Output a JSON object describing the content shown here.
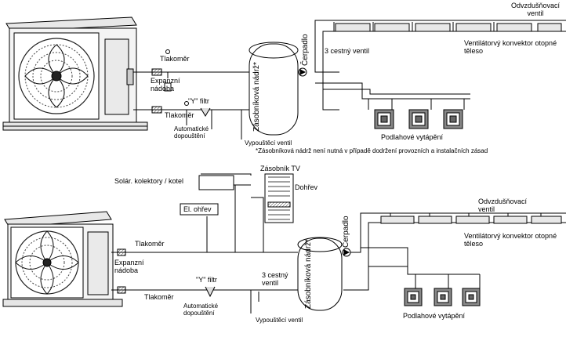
{
  "top": {
    "tlakomer_1": "Tlakoměr",
    "expanzni": "Expanzní nádoba",
    "y_filtr": "\"Y\" filtr",
    "tlakomer_2": "Tlakoměr",
    "automaticke": "Automatické dopouštění",
    "vypousteci": "Vypouštěcí ventil",
    "tank": "Zásobníková nádrž*",
    "cerpadlo": "Čerpadlo",
    "ventil3": "3 cestný ventil",
    "odvzdusnovaci": "Odvzdušňovací ventil",
    "konvektor": "Ventilátorvý konvektor otopné těleso",
    "podlahove": "Podlahové vytápění",
    "poznamka": "*Zásobníková nádrž není nutná v případě dodržení provozních a instalačních zásad"
  },
  "bottom": {
    "solar": "Solár. kolektory / kotel",
    "zasobnik_tv": "Zásobník TV",
    "dohrev": "Dohřev",
    "el_ohrev": "El. ohřev",
    "tlakomer_1": "Tlakoměr",
    "expanzni": "Expanzní nádoba",
    "tlakomer_2": "Tlakoměr",
    "y_filtr": "\"Y\" filtr",
    "ventil3": "3 cestný ventil",
    "automaticke": "Automatické dopouštění",
    "vypousteci": "Vypouštěcí ventil",
    "tank": "Zásobníková nádrž*",
    "cerpadlo": "Čerpadlo",
    "odvzdusnovaci": "Odvzdušňovací ventil",
    "konvektor": "Ventilátorvý konvektor otopné těleso",
    "podlahove": "Podlahové vytápění"
  }
}
